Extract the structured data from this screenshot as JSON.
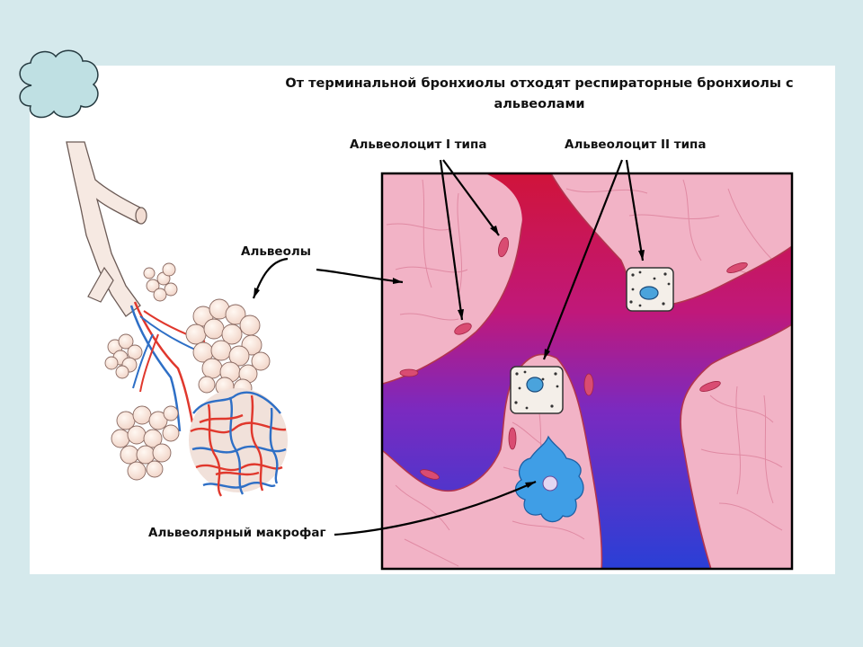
{
  "title": "От терминальной бронхиолы отходят респираторные бронхиолы с альвеолами",
  "labels": {
    "alveolocyte_type1": "Альвеолоцит I типа",
    "alveolocyte_type2": "Альвеолоцит II типа",
    "alveoli": "Альвеолы",
    "macrophage": "Альвеолярный макрофаг"
  },
  "colors": {
    "background": "#d5e9ec",
    "panel": "#ffffff",
    "tissue": "#f2b3c6",
    "vessel_arterial": "#d0143a",
    "vessel_venous": "#2a3fd6",
    "macrophage": "#3f9ee6",
    "cloud": "#bfe0e3"
  }
}
